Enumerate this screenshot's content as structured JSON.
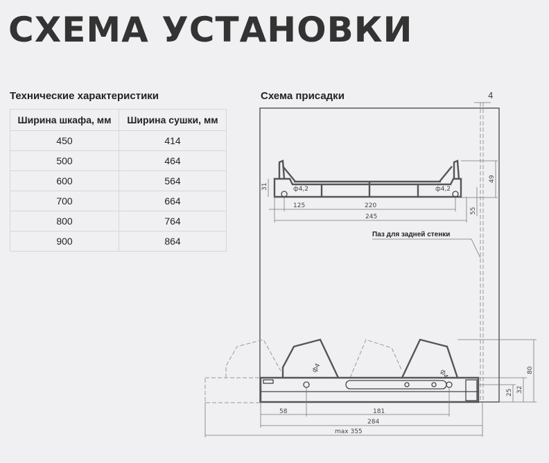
{
  "title": "СХЕМА УСТАНОВКИ",
  "specs": {
    "heading": "Технические характеристики",
    "columns": [
      "Ширина шкафа, мм",
      "Ширина сушки, мм"
    ],
    "rows": [
      [
        "450",
        "414"
      ],
      [
        "500",
        "464"
      ],
      [
        "600",
        "564"
      ],
      [
        "700",
        "664"
      ],
      [
        "800",
        "764"
      ],
      [
        "900",
        "864"
      ]
    ]
  },
  "diagram": {
    "heading": "Схема присадки",
    "back_groove_label": "Паз для задней стенки",
    "dims_top": {
      "groove": "4",
      "d31": "31",
      "hole_left": "ф4,2",
      "hole_right": "ф4,2",
      "d125": "125",
      "d220": "220",
      "d245": "245",
      "d49": "49",
      "d55": "55"
    },
    "dims_bottom": {
      "d58": "58",
      "d181": "181",
      "d284": "284",
      "max": "max 355",
      "d80": "80",
      "d32": "32",
      "d25": "25",
      "hole_left": "ф4",
      "hole_right": "ф4"
    }
  }
}
